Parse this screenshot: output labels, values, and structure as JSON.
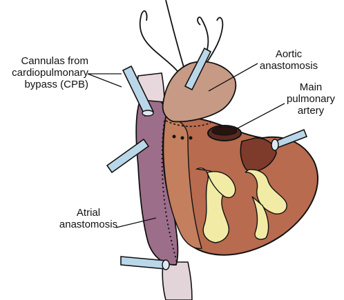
{
  "labels": {
    "cannulas": {
      "line1": "Cannulas from",
      "line2": "cardiopulmonary",
      "line3": "bypass (CPB)"
    },
    "aortic": {
      "line1": "Aortic",
      "line2": "anastomosis"
    },
    "pulmonary": {
      "line1": "Main",
      "line2": "pulmonary",
      "line3": "artery"
    },
    "atrial": {
      "line1": "Atrial",
      "line2": "anastomosis"
    }
  },
  "colors": {
    "heart_main": "#b86b4e",
    "heart_shadow": "#8d4a36",
    "atrium": "#9c6e8a",
    "aorta": "#c79a86",
    "fat": "#f1eba5",
    "cannula": "#b9d7e8",
    "ink": "#111111"
  }
}
